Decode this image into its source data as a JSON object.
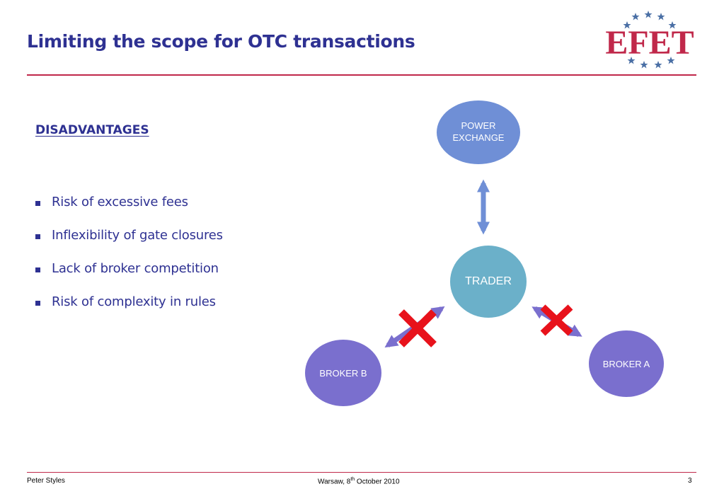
{
  "slide": {
    "title": "Limiting the scope for OTC transactions",
    "heading": "DISADVANTAGES",
    "bullets": [
      "Risk of excessive fees",
      "Inflexibility of gate closures",
      "Lack of broker competition",
      "Risk of complexity in rules"
    ]
  },
  "logo": {
    "text": "EFET",
    "color": "#c0284a",
    "star_color": "#4a6fa5"
  },
  "diagram": {
    "nodes": {
      "power_exchange": "POWER EXCHANGE",
      "trader": "TRADER",
      "broker_a": "BROKER A",
      "broker_b": "BROKER B"
    },
    "links": [
      {
        "from": "trader",
        "to": "power_exchange",
        "blocked": false
      },
      {
        "from": "trader",
        "to": "broker_b",
        "blocked": true
      },
      {
        "from": "trader",
        "to": "broker_a",
        "blocked": true
      }
    ],
    "colors": {
      "power_exchange": "#6f8fd6",
      "trader": "#6bb0c9",
      "broker": "#7a6fce",
      "arrow": "#6f8fd6",
      "blocked": "#e8121b"
    }
  },
  "footer": {
    "author": "Peter Styles",
    "location": "Warsaw,  8",
    "date_suffix": "th",
    "date_rest": " October 2010",
    "page": "3"
  }
}
